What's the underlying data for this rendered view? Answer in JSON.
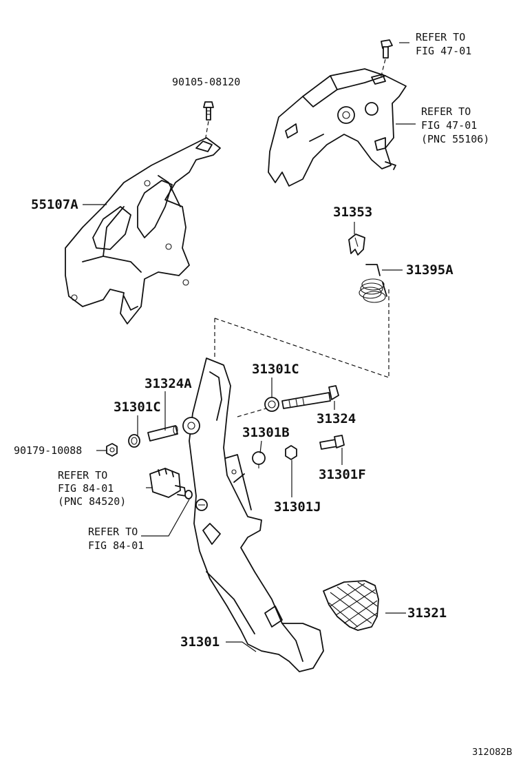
{
  "labels": {
    "bolt_90105": "90105-08120",
    "bracket_55107a": "55107A",
    "refer_top_1": "REFER TO",
    "refer_top_2": "FIG 47-01",
    "refer_mid_1": "REFER TO",
    "refer_mid_2": "FIG 47-01",
    "refer_mid_3": "(PNC 55106)",
    "cushion_31353": "31353",
    "spring_31395a": "31395A",
    "bushing_31301c_top": "31301C",
    "collar_31324a": "31324A",
    "bushing_31301c_left": "31301C",
    "bolt_31324": "31324",
    "nut_90179": "90179-10088",
    "stopper_31301b": "31301B",
    "bolt_31301f": "31301F",
    "nut_31301j": "31301J",
    "refer_switch_1": "REFER TO",
    "refer_switch_2": "FIG 84-01",
    "refer_switch_3": "(PNC 84520)",
    "refer_low_1": "REFER TO",
    "refer_low_2": "FIG 84-01",
    "pad_31321": "31321",
    "pedal_31301": "31301",
    "diagram_code": "312082B"
  }
}
